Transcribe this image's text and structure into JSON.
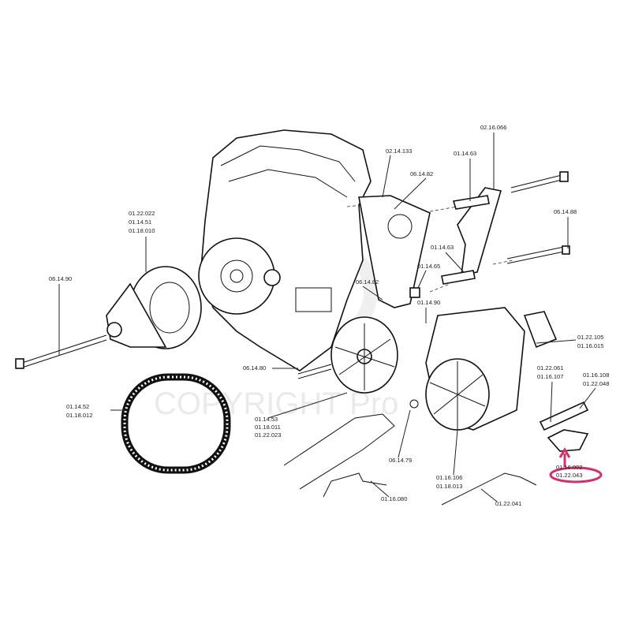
{
  "watermark": "COPYRIGHT Pro",
  "highlight_color": "#d0306e",
  "callouts": {
    "c1": [
      "02.14.133"
    ],
    "c2": [
      "06.14.82"
    ],
    "c3": [
      "01.14.63"
    ],
    "c4": [
      "02.16.066"
    ],
    "c5": [
      "06.14.88"
    ],
    "c6": [
      "01.14.63"
    ],
    "c7": [
      "01.14.65"
    ],
    "c8": [
      "06.14.82"
    ],
    "c9": [
      "01.14.90"
    ],
    "c10": [
      "01.22.022",
      "01.14.51",
      "01.18.010"
    ],
    "c11": [
      "06.14.90"
    ],
    "c12": [
      "06.14.80"
    ],
    "c13": [
      "01.22.105",
      "01.16.015"
    ],
    "c14": [
      "01.22.061",
      "01.16.107"
    ],
    "c15": [
      "01.16.108",
      "01.22.048"
    ],
    "c16": [
      "01.14.52",
      "01.18.012"
    ],
    "c17": [
      "01.14.53",
      "01.18.011",
      "01.22.023"
    ],
    "c18": [
      "06.14.79"
    ],
    "c19": [
      "01.16.106",
      "01.18.013"
    ],
    "c20": [
      "01.16.002",
      "01.22.043"
    ],
    "c21": [
      "01.16.080"
    ],
    "c22": [
      "01.22.041"
    ]
  }
}
